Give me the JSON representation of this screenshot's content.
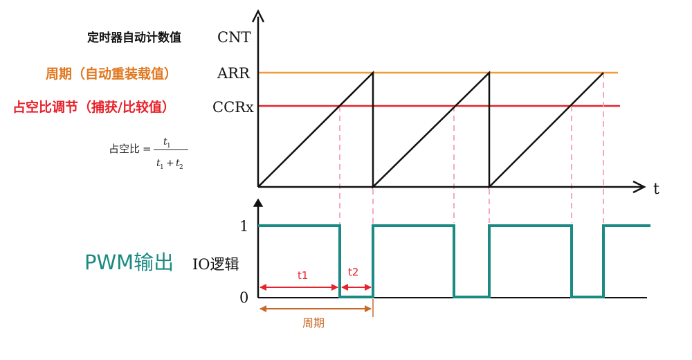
{
  "labels": {
    "cnt_cn": "定时器自动计数值",
    "cnt_en": "CNT",
    "arr_cn": "周期（自动重装载值）",
    "arr_en": "ARR",
    "ccr_cn": "占空比调节（捕获/比较值）",
    "ccr_en": "CCRx",
    "time_axis": "t",
    "pwm_cn": "PWM输出",
    "io_logic": "IO逻辑",
    "level_high": "1",
    "level_low": "0",
    "t1": "t1",
    "t2": "t2",
    "period": "周期"
  },
  "formula": {
    "lhs": "占空比",
    "equals": "=",
    "numerator": "t",
    "numerator_sub": "1",
    "den_a": "t",
    "den_a_sub": "1",
    "plus": "+",
    "den_b": "t",
    "den_b_sub": "2"
  },
  "colors": {
    "arr_line": "#f39a3a",
    "arr_text": "#e07820",
    "ccr_line": "#e8212a",
    "ccr_text": "#e8212a",
    "pwm": "#1a8a82",
    "guide": "#f4a0b4",
    "t_arrow": "#e8212a",
    "period_arrow": "#c8692a",
    "axis": "#111111"
  }
}
